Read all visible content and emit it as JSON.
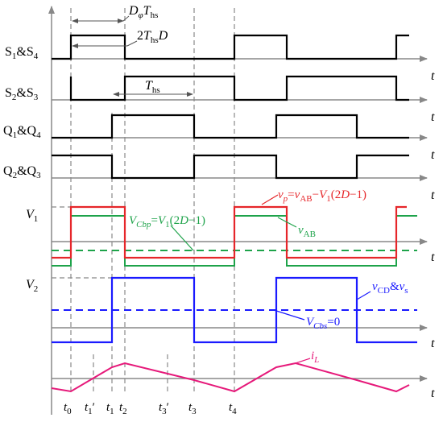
{
  "signals": {
    "s1s4": "S",
    "s1s4_sub1": "1",
    "s1s4_mid": "&S",
    "s1s4_sub2": "4",
    "s2s3": "S",
    "s2s3_sub1": "2",
    "s2s3_mid": "&S",
    "s2s3_sub2": "3",
    "q1q4": "Q",
    "q1q4_sub1": "1",
    "q1q4_mid": "&Q",
    "q1q4_sub2": "4",
    "q2q3": "Q",
    "q2q3_sub1": "2",
    "q2q3_mid": "&Q",
    "q2q3_sub2": "3"
  },
  "axis_label": "t",
  "levels": {
    "v1": "V",
    "v1_sub": "1",
    "v2": "V",
    "v2_sub": "2"
  },
  "annotations": {
    "dphi_D": "D",
    "dphi_sub": "φ",
    "dphi_T": "T",
    "dphi_Tsub": "hs",
    "twoTD_2": "2",
    "twoTD_T": "T",
    "twoTD_sub": "hs",
    "twoTD_D": "D",
    "ths_T": "T",
    "ths_sub": "hs",
    "vcbp_v": "V",
    "vcbp_sub": "Cbp",
    "vcbp_eq": "=",
    "vcbp_V": "V",
    "vcbp_Vsub": "1",
    "vcbp_expr": "(2",
    "vcbp_D": "D",
    "vcbp_end": "−1)",
    "vp_v": "v",
    "vp_sub": "p",
    "vp_eq": "=",
    "vp_v2": "v",
    "vp_sub2": "AB",
    "vp_minus": "−",
    "vp_V": "V",
    "vp_Vsub": "1",
    "vp_expr": "(2",
    "vp_D": "D",
    "vp_end": "−1)",
    "vab_v": "v",
    "vab_sub": "AB",
    "vcd_v": "v",
    "vcd_sub": "CD",
    "vcd_amp": "&",
    "vcd_v2": "v",
    "vcd_sub2": "s",
    "vcbs_v": "V",
    "vcbs_sub": "Cbs",
    "vcbs_eq": "=0",
    "il_i": "i",
    "il_sub": "L"
  },
  "time_marks": {
    "t0": "t",
    "t0_sub": "0",
    "t1p": "t",
    "t1p_sub": "1",
    "t1p_prime": "′",
    "t1": "t",
    "t1_sub": "1",
    "t2": "t",
    "t2_sub": "2",
    "t3p": "t",
    "t3p_sub": "3",
    "t3p_prime": "′",
    "t3": "t",
    "t3_sub": "3",
    "t4": "t",
    "t4_sub": "4"
  },
  "colors": {
    "black": "#000000",
    "red": "#e6262a",
    "green": "#1ea34a",
    "blue": "#1a1aff",
    "magenta": "#e6197a",
    "gray": "#888888"
  }
}
